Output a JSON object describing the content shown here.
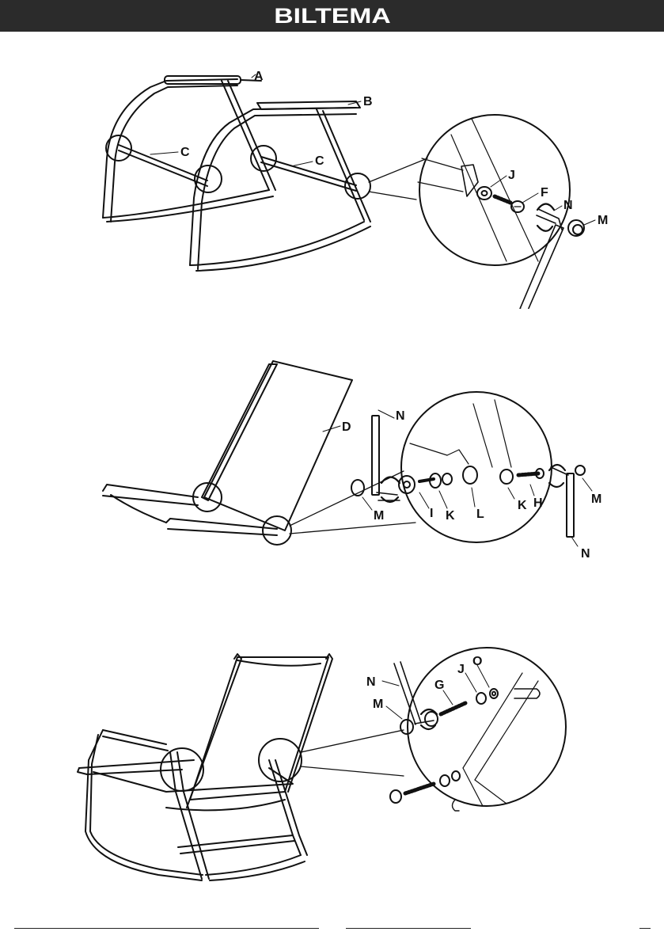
{
  "header": {
    "brand": "BILTEMA",
    "bg": "#2b2b2b"
  },
  "figures": {
    "fig1": {
      "labels": {
        "a": "A",
        "b": "B",
        "c1": "C",
        "c2": "C",
        "j": "J",
        "f": "F",
        "n": "N",
        "m": "M"
      }
    },
    "fig2": {
      "labels": {
        "d": "D",
        "n1": "N",
        "m1": "M",
        "i": "I",
        "k1": "K",
        "l": "L",
        "k2": "K",
        "h": "H",
        "m2": "M",
        "n2": "N"
      }
    },
    "fig3": {
      "labels": {
        "n": "N",
        "m": "M",
        "g": "G",
        "j": "J",
        "o": "O"
      }
    }
  }
}
